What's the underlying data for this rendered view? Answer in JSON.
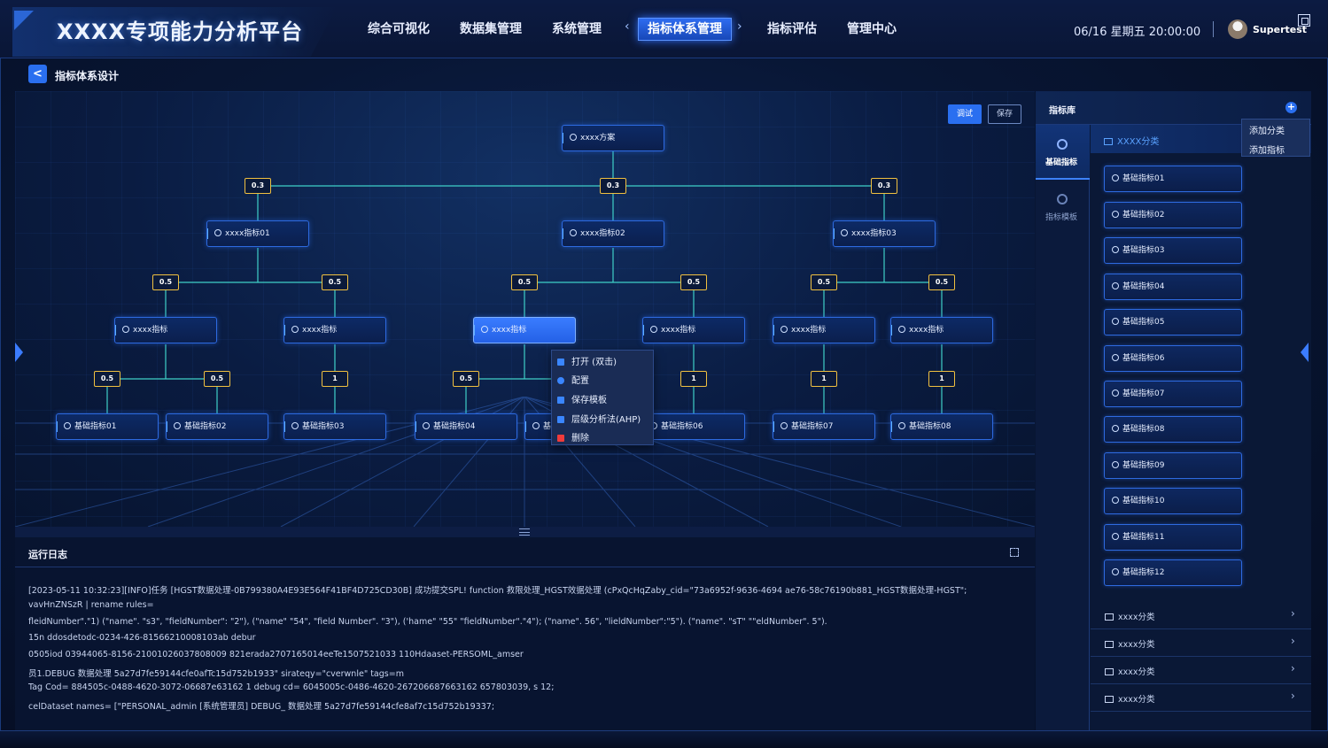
{
  "header": {
    "title": "XXXX专项能力分析平台",
    "nav": [
      "综合可视化",
      "数据集管理",
      "系统管理",
      "指标体系管理",
      "指标评估",
      "管理中心"
    ],
    "active_nav": "指标体系管理",
    "datetime": "06/16 星期五  20:00:00",
    "username": "Supertest"
  },
  "breadcrumb": {
    "back": "<",
    "title": "指标体系设计"
  },
  "toolbar": {
    "debug": "调试",
    "save": "保存"
  },
  "tree": {
    "root": "xxxx方案",
    "level1": [
      "xxxx指标01",
      "xxxx指标02",
      "xxxx指标03"
    ],
    "level2": [
      "xxxx指标",
      "xxxx指标",
      "xxxx指标",
      "xxxx指标",
      "xxxx指标",
      "xxxx指标"
    ],
    "leaves": [
      "基础指标01",
      "基础指标02",
      "基础指标03",
      "基础指标04",
      "基础",
      "基础指标06",
      "基础指标07",
      "基础指标08"
    ],
    "weights_level1": [
      "0.3",
      "0.3",
      "0.3"
    ],
    "weights_level2": [
      "0.5",
      "0.5",
      "0.5",
      "0.5",
      "0.5",
      "0.5"
    ],
    "weights_leaves": [
      "0.5",
      "0.5",
      "1",
      "0.5",
      "1",
      "1",
      "1"
    ]
  },
  "context_menu": {
    "items": [
      "打开 (双击)",
      "配置",
      "保存模板",
      "层级分析法(AHP)",
      "删除"
    ]
  },
  "log": {
    "title": "运行日志",
    "lines": [
      "[2023-05-11 10:32:23][INFO]任务 [HGST数据处理-0B799380A4E93E564F41BF4D725CD30B] 成功提交SPL! function 救限处理_HGST效据处理 (cPxQcHqZaby_cid=\"73a6952f-9636-4694 ae76-58c76190b881_HGST数据处理-HGST\";",
      "vavHnZNSzR | rename rules=",
      "fleidNumber\".\"1) (\"name\". \"s3\", \"fieldNumber\": \"2\"), (\"name\" \"54\", \"field Number\". \"3\"), ('hame\" \"55\" \"fieldNumber\".\"4\"); (\"name\". 56\", \"lieldNumber\":\"5\"). (\"name\". \"sT\" \"\"eldNumber\". 5\").",
      "15n ddosdetodc-0234-426-81566210008103ab debur",
      "0505iod 03944065-8156-21001026037808009 821erada2707165014eeTe1507521033 110Hdaaset-PERSOML_amser",
      "员1.DEBUG 数据处理 5a27d7fe59144cfe0afTc15d752b1933\" sirateqy=\"cverwnle\" tags=m",
      "Tag Cod= 884505c-0488-4620-3072-06687e63162 1 debug cd= 6045005c-0486-4620-267206687663162 657803039, s 12;",
      "celDataset names= [\"PERSONAL_admin [系统管理员] DEBUG_ 数据处理 5a27d7fe59144cfe8af7c15d752b19337;"
    ]
  },
  "library": {
    "title": "指标库",
    "tabs": [
      "基础指标",
      "指标模板"
    ],
    "category": "XXXX分类",
    "items": [
      "基础指标01",
      "基础指标02",
      "基础指标03",
      "基础指标04",
      "基础指标05",
      "基础指标06",
      "基础指标07",
      "基础指标08",
      "基础指标09",
      "基础指标10",
      "基础指标11",
      "基础指标12"
    ],
    "dropdown": [
      "添加分类",
      "添加指标"
    ],
    "folded": [
      "xxxx分类",
      "xxxx分类",
      "xxxx分类",
      "xxxx分类"
    ]
  },
  "colors": {
    "accent": "#2a6ff0",
    "edge": "#3fd0c8",
    "weight_border": "#f0c040"
  }
}
